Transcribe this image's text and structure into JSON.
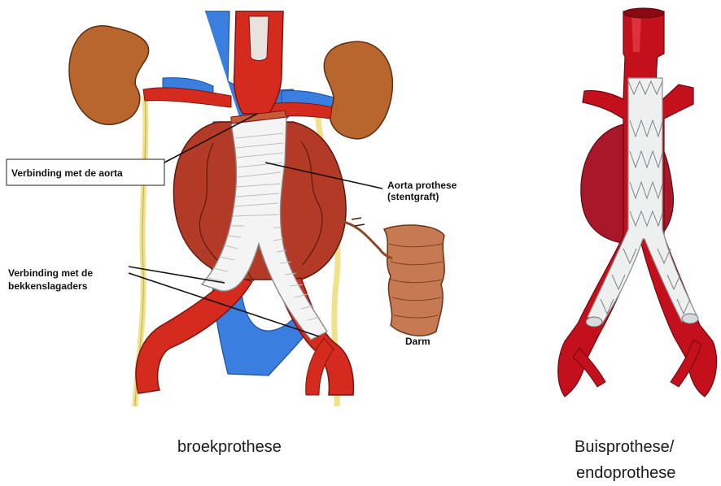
{
  "annotations": {
    "aorta_connection": "Verbinding met de aorta",
    "prosthesis_line1": "Aorta prothese",
    "prosthesis_line2": "(stentgraft)",
    "pelvic_connection_line1": "Verbinding met de",
    "pelvic_connection_line2": "bekkenslagaders",
    "intestine": "Darm"
  },
  "captions": {
    "left": "broekprothese",
    "right_line1": "Buisprothese/",
    "right_line2": "endoprothese"
  },
  "colors": {
    "artery": "#d42b1e",
    "vein": "#3a7ee0",
    "kidney": "#b8652e",
    "aneurysm": "#b23a26",
    "graft": "#f4f4f4",
    "intestine": "#c77a52",
    "ureter": "#f1e28a",
    "stent_red": "#c4101c"
  }
}
